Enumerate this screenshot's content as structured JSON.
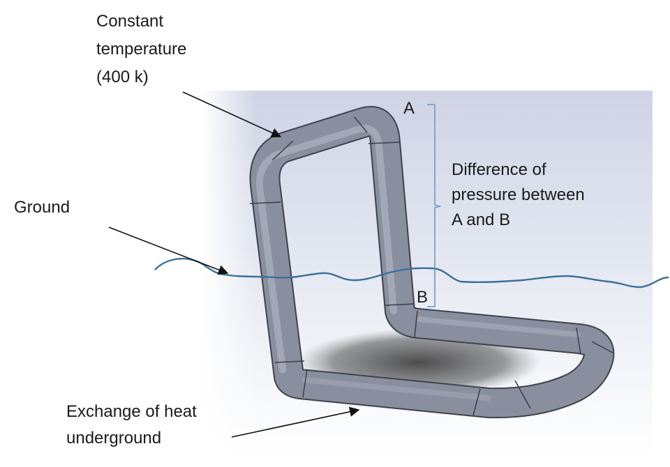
{
  "labels": {
    "top_line1": "Constant",
    "top_line2": "temperature",
    "top_line3": "(400 k)",
    "ground": "Ground",
    "point_a": "A",
    "point_b": "B",
    "diff_line1": "Difference of",
    "diff_line2": "pressure between",
    "diff_line3": "A and B",
    "bottom_line1": "Exchange of heat",
    "bottom_line2": "underground"
  },
  "colors": {
    "pipe": "#8a8f9f",
    "ground_line": "#3a6f9a",
    "bracket": "#6f98c4",
    "arrow": "#111111",
    "text": "#1a1a1a"
  }
}
